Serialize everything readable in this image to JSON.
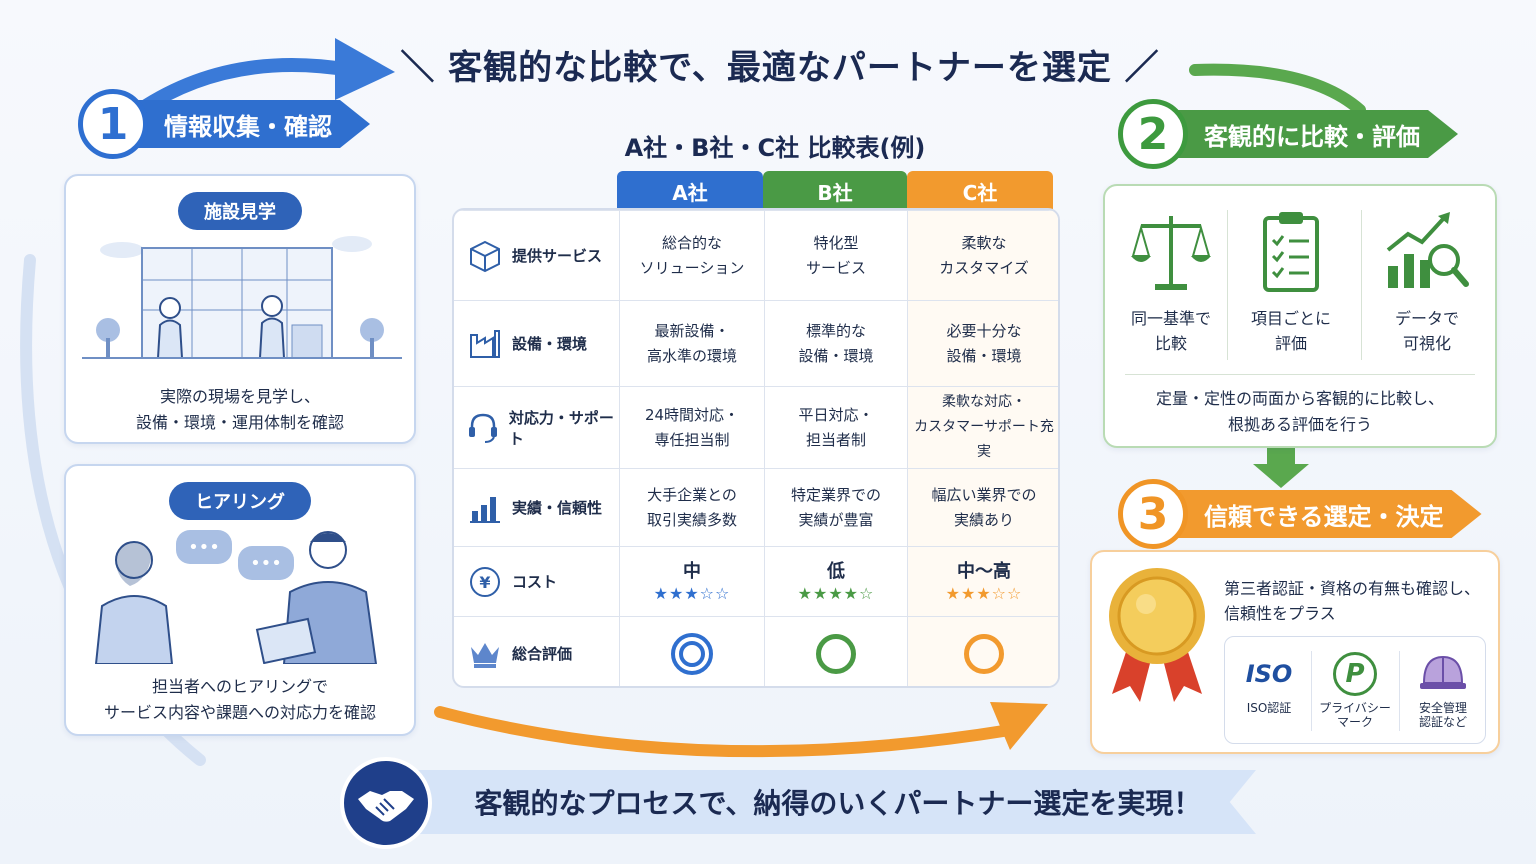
{
  "title": "＼ 客観的な比較で、最適なパートナーを選定 ／",
  "step1": {
    "num": "1",
    "label": "情報収集・確認"
  },
  "step2": {
    "num": "2",
    "label": "客観的に比較・評価"
  },
  "step3": {
    "num": "3",
    "label": "信頼できる選定・決定"
  },
  "visit": {
    "pill": "施設見学",
    "text1": "実際の現場を見学し、",
    "text2": "設備・環境・運用体制を確認"
  },
  "hearing": {
    "pill": "ヒアリング",
    "text1": "担当者へのヒアリングで",
    "text2": "サービス内容や課題への対応力を確認"
  },
  "table": {
    "title": "A社・B社・C社 比較表(例)",
    "companies": [
      {
        "name": "A社",
        "color": "#2f6fcf",
        "bg": "#ffffff"
      },
      {
        "name": "B社",
        "color": "#4a9a45",
        "bg": "#ffffff"
      },
      {
        "name": "C社",
        "color": "#f29a2e",
        "bg": "#fffaf3"
      }
    ],
    "rows": [
      {
        "label": "提供サービス",
        "icon": "box-icon",
        "cells": [
          [
            "総合的な",
            "ソリューション"
          ],
          [
            "特化型",
            "サービス"
          ],
          [
            "柔軟な",
            "カスタマイズ"
          ]
        ]
      },
      {
        "label": "設備・環境",
        "icon": "factory-icon",
        "cells": [
          [
            "最新設備・",
            "高水準の環境"
          ],
          [
            "標準的な",
            "設備・環境"
          ],
          [
            "必要十分な",
            "設備・環境"
          ]
        ]
      },
      {
        "label": "対応力・サポート",
        "icon": "headset-icon",
        "cells": [
          [
            "24時間対応・",
            "専任担当制"
          ],
          [
            "平日対応・",
            "担当者制"
          ],
          [
            "柔軟な対応・",
            "カスタマーサポート充実"
          ]
        ]
      },
      {
        "label": "実績・信頼性",
        "icon": "bar-chart-icon",
        "cells": [
          [
            "大手企業との",
            "取引実績多数"
          ],
          [
            "特定業界での",
            "実績が豊富"
          ],
          [
            "幅広い業界での",
            "実績あり"
          ]
        ]
      },
      {
        "label": "コスト",
        "icon": "yen-icon",
        "cost": [
          "中",
          "低",
          "中～高"
        ],
        "stars": [
          "★★★☆☆",
          "★★★★☆",
          "★★★☆☆"
        ]
      },
      {
        "label": "総合評価",
        "icon": "crown-icon",
        "rating": [
          "double-circle",
          "circle",
          "circle"
        ]
      }
    ]
  },
  "evaluate": {
    "items": [
      {
        "icon": "scale-icon",
        "line1": "同一基準で",
        "line2": "比較"
      },
      {
        "icon": "checklist-icon",
        "line1": "項目ごとに",
        "line2": "評価"
      },
      {
        "icon": "data-chart-icon",
        "line1": "データで",
        "line2": "可視化"
      }
    ],
    "text1": "定量・定性の両面から客観的に比較し、",
    "text2": "根拠ある評価を行う"
  },
  "decide": {
    "text1": "第三者認証・資格の有無も確認し、",
    "text2": "信頼性をプラス",
    "certs": [
      {
        "icon": "iso-icon",
        "mark": "ISO",
        "line1": "ISO認証",
        "line2": ""
      },
      {
        "icon": "privacy-mark-icon",
        "mark": "P",
        "line1": "プライバシー",
        "line2": "マーク"
      },
      {
        "icon": "helmet-icon",
        "mark": "",
        "line1": "安全管理",
        "line2": "認証など"
      }
    ]
  },
  "bottom": "客観的なプロセスで、納得のいくパートナー選定を実現！"
}
